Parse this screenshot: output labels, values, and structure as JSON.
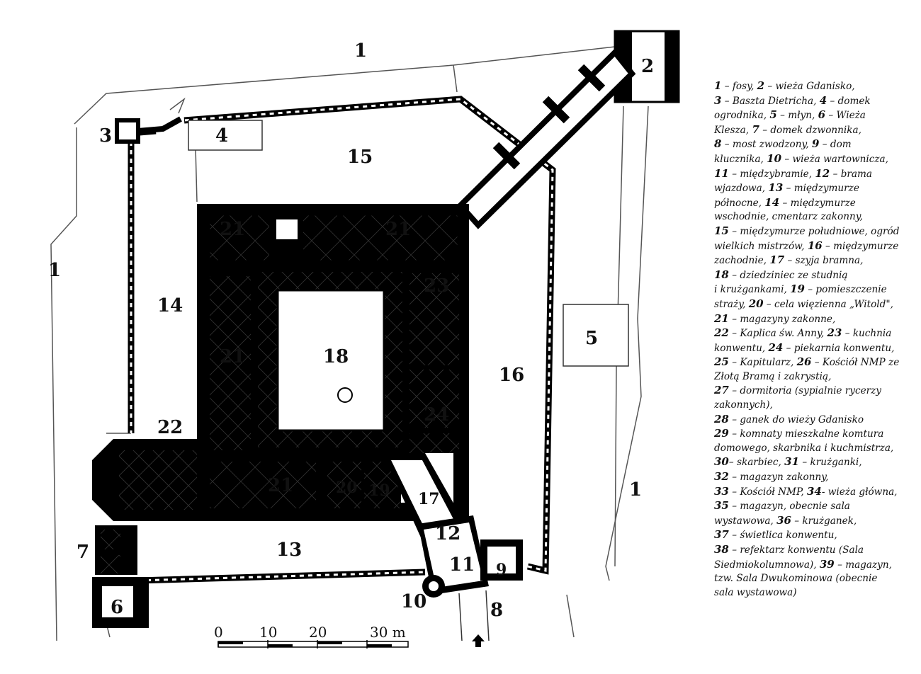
{
  "plan": {
    "labels": {
      "n1_top": "1",
      "n1_left": "1",
      "n1_right": "1",
      "n2": "2",
      "n3": "3",
      "n4": "4",
      "n5": "5",
      "n6": "6",
      "n7": "7",
      "n8": "8",
      "n9": "9",
      "n10": "10",
      "n11": "11",
      "n12": "12",
      "n13": "13",
      "n14": "14",
      "n15": "15",
      "n16": "16",
      "n17": "17",
      "n18": "18",
      "n19": "19",
      "n20": "20",
      "n21_a": "21",
      "n21_b": "21",
      "n21_c": "21",
      "n21_d": "21",
      "n22": "22",
      "n23": "23",
      "n24": "24"
    },
    "scale": {
      "t0": "0",
      "t10": "10",
      "t20": "20",
      "t30": "30 m"
    }
  },
  "legend": {
    "lines": [
      [
        [
          "1",
          "b"
        ],
        [
          " – fosy, ",
          ""
        ],
        [
          "2",
          "b"
        ],
        [
          " – wieża Gdanisko,",
          ""
        ]
      ],
      [
        [
          "3",
          "b"
        ],
        [
          " – Baszta Dietricha, ",
          ""
        ],
        [
          "4",
          "b"
        ],
        [
          " – domek",
          ""
        ]
      ],
      [
        [
          "ogrodnika, ",
          ""
        ],
        [
          "5",
          "b"
        ],
        [
          " – młyn, ",
          ""
        ],
        [
          "6",
          "b"
        ],
        [
          " – Wieża",
          ""
        ]
      ],
      [
        [
          "Klesza, ",
          ""
        ],
        [
          "7",
          "b"
        ],
        [
          " – domek dzwonnika,",
          ""
        ]
      ],
      [
        [
          "8",
          "b"
        ],
        [
          " – most zwodzony, ",
          ""
        ],
        [
          "9",
          "b"
        ],
        [
          " – dom",
          ""
        ]
      ],
      [
        [
          "klucznika, ",
          ""
        ],
        [
          "10",
          "b"
        ],
        [
          " – wieża wartownicza,",
          ""
        ]
      ],
      [
        [
          "11",
          "b"
        ],
        [
          " – międzybramie, ",
          ""
        ],
        [
          "12",
          "b"
        ],
        [
          " – brama",
          ""
        ]
      ],
      [
        [
          "wjazdowa, ",
          ""
        ],
        [
          "13",
          "b"
        ],
        [
          " – międzymurze",
          ""
        ]
      ],
      [
        [
          "północne, ",
          ""
        ],
        [
          "14",
          "b"
        ],
        [
          " – międzymurze",
          ""
        ]
      ],
      [
        [
          "wschodnie, cmentarz zakonny,",
          ""
        ]
      ],
      [
        [
          "15",
          "b"
        ],
        [
          " – międzymurze południowe, ogród",
          ""
        ]
      ],
      [
        [
          "wielkich mistrzów, ",
          ""
        ],
        [
          "16",
          "b"
        ],
        [
          " – międzymurze",
          ""
        ]
      ],
      [
        [
          "zachodnie, ",
          ""
        ],
        [
          "17",
          "b"
        ],
        [
          " – szyja bramna,",
          ""
        ]
      ],
      [
        [
          "18",
          "b"
        ],
        [
          " – dziedziniec ze studnią",
          ""
        ]
      ],
      [
        [
          "i krużgankami, ",
          ""
        ],
        [
          "19",
          "b"
        ],
        [
          " – pomieszczenie",
          ""
        ]
      ],
      [
        [
          "straży, ",
          ""
        ],
        [
          "20",
          "b"
        ],
        [
          " – cela więzienna „Witold\",",
          ""
        ]
      ],
      [
        [
          "21",
          "b"
        ],
        [
          " – magazyny zakonne,",
          ""
        ]
      ],
      [
        [
          "22",
          "b"
        ],
        [
          " – Kaplica św. Anny, ",
          ""
        ],
        [
          "23",
          "b"
        ],
        [
          " – kuchnia",
          ""
        ]
      ],
      [
        [
          "konwentu, ",
          ""
        ],
        [
          "24",
          "b"
        ],
        [
          " – piekarnia konwentu,",
          ""
        ]
      ],
      [
        [
          "25",
          "b"
        ],
        [
          " – Kapitularz, ",
          ""
        ],
        [
          "26",
          "b"
        ],
        [
          " – Kościół NMP ze",
          ""
        ]
      ],
      [
        [
          "Złotą Bramą i zakrystią,",
          ""
        ]
      ],
      [
        [
          "27",
          "b"
        ],
        [
          " – dormitoria (sypialnie rycerzy",
          ""
        ]
      ],
      [
        [
          "zakonnych),",
          ""
        ]
      ],
      [
        [
          "28",
          "b"
        ],
        [
          " – ganek do wieży Gdanisko",
          ""
        ]
      ],
      [
        [
          "29",
          "b"
        ],
        [
          " – komnaty mieszkalne komtura",
          ""
        ]
      ],
      [
        [
          "domowego, skarbnika i kuchmistrza,",
          ""
        ]
      ],
      [
        [
          "30",
          "b"
        ],
        [
          "– skarbiec, ",
          ""
        ],
        [
          "31",
          "b"
        ],
        [
          " – krużganki,",
          ""
        ]
      ],
      [
        [
          "32",
          "b"
        ],
        [
          " – magazyn zakonny,",
          ""
        ]
      ],
      [
        [
          "33",
          "b"
        ],
        [
          " – Kościół NMP, ",
          ""
        ],
        [
          "34",
          "b"
        ],
        [
          "- wieża główna,",
          ""
        ]
      ],
      [
        [
          "35",
          "b"
        ],
        [
          " – magazyn, obecnie sala",
          ""
        ]
      ],
      [
        [
          "wystawowa, ",
          ""
        ],
        [
          "36",
          "b"
        ],
        [
          " – krużganek,",
          ""
        ]
      ],
      [
        [
          "37",
          "b"
        ],
        [
          " – świetlica konwentu,",
          ""
        ]
      ],
      [
        [
          "38",
          "b"
        ],
        [
          " – refektarz konwentu (Sala",
          ""
        ]
      ],
      [
        [
          "Siedmiokolumnowa), ",
          ""
        ],
        [
          "39",
          "b"
        ],
        [
          " – magazyn,",
          ""
        ]
      ],
      [
        [
          "tzw. Sala Dwukominowa (obecnie",
          ""
        ]
      ],
      [
        [
          "sala wystawowa)",
          ""
        ]
      ]
    ]
  }
}
